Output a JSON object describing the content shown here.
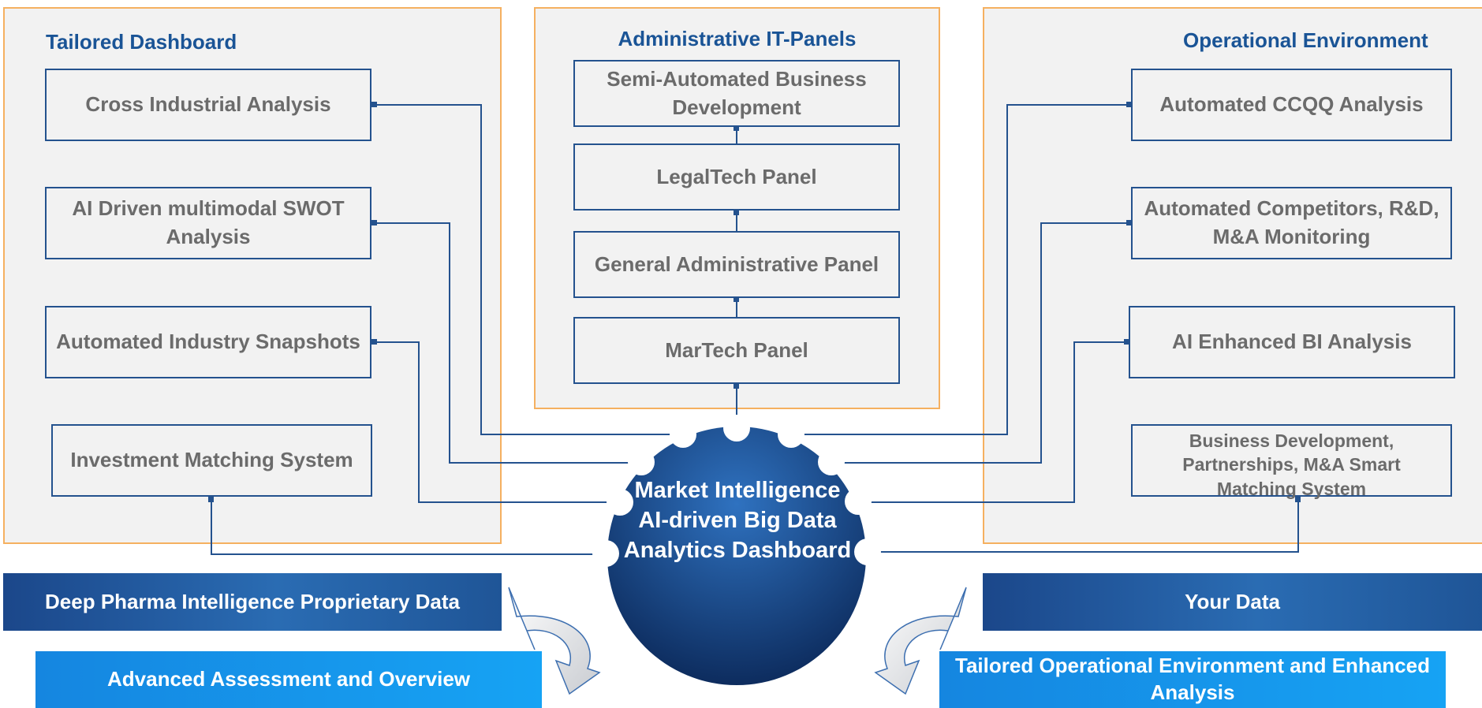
{
  "panels": {
    "tailored": {
      "title": "Tailored Dashboard"
    },
    "admin": {
      "title": "Administrative IT-Panels"
    },
    "operational": {
      "title": "Operational Environment"
    }
  },
  "left_boxes": [
    "Cross Industrial Analysis",
    "AI Driven multimodal SWOT Analysis",
    "Automated Industry Snapshots",
    "Investment Matching System"
  ],
  "admin_boxes": [
    "Semi-Automated Business Development",
    "LegalTech Panel",
    "General Administrative Panel",
    "MarTech Panel"
  ],
  "right_boxes": [
    "Automated CCQQ Analysis",
    "Automated Competitors, R&D, M&A Monitoring",
    "AI Enhanced BI Analysis",
    "Business Development, Partnerships, M&A Smart Matching System"
  ],
  "hub": {
    "text": "Market Intelligence AI-driven Big Data Analytics Dashboard"
  },
  "banners": {
    "proprietary": "Deep Pharma Intelligence Proprietary Data",
    "your_data": "Your Data",
    "assessment": "Advanced Assessment and Overview",
    "tailored_env": "Tailored Operational Environment and Enhanced Analysis"
  },
  "colors": {
    "panel_border": "#f5b060",
    "panel_fill": "#f2f2f2",
    "box_border": "#24528e",
    "title_blue": "#1a5496",
    "box_text": "#6b6b6b",
    "hub_dark": "#0d2c5e",
    "hub_light": "#2f72c0"
  }
}
